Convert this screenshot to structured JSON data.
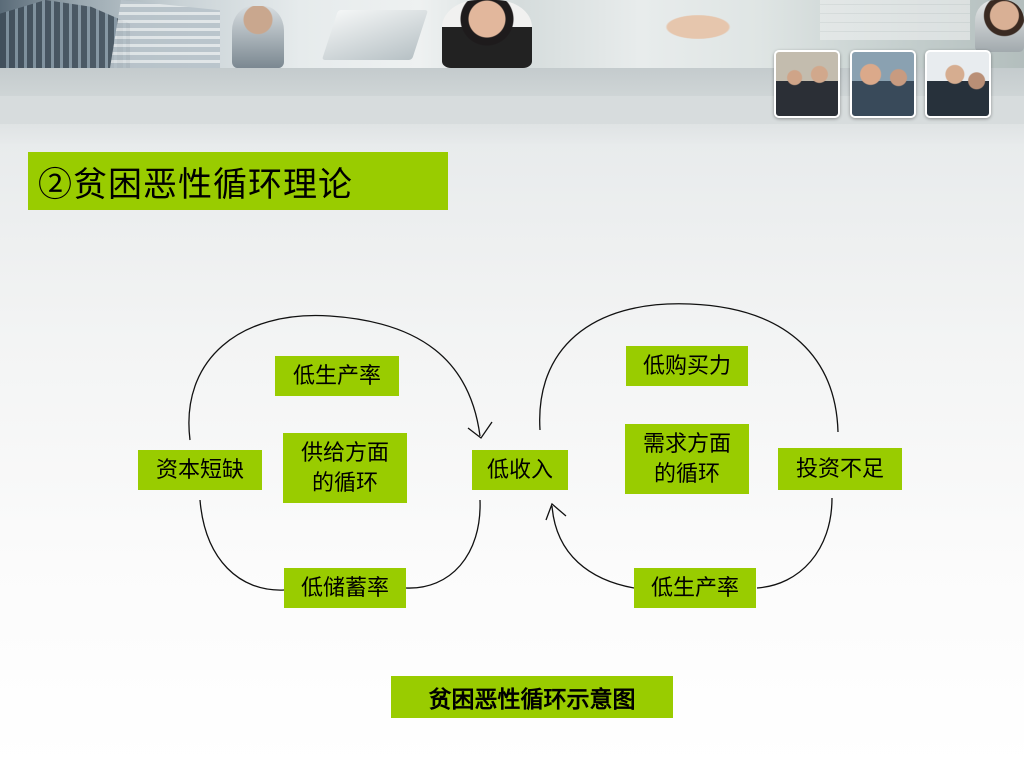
{
  "slide": {
    "title": "②贫困恶性循环理论"
  },
  "supply_cycle": {
    "top": "低生产率",
    "center": "供给方面\n的循环",
    "left": "资本短缺",
    "bottom": "低储蓄率"
  },
  "hub": {
    "label": "低收入"
  },
  "demand_cycle": {
    "top": "低购买力",
    "center": "需求方面\n的循环",
    "right": "投资不足",
    "bottom": "低生产率"
  },
  "caption": "贫困恶性循环示意图",
  "colors": {
    "box_fill": "#99cc00",
    "text": "#000000",
    "curve_stroke": "#111111"
  }
}
